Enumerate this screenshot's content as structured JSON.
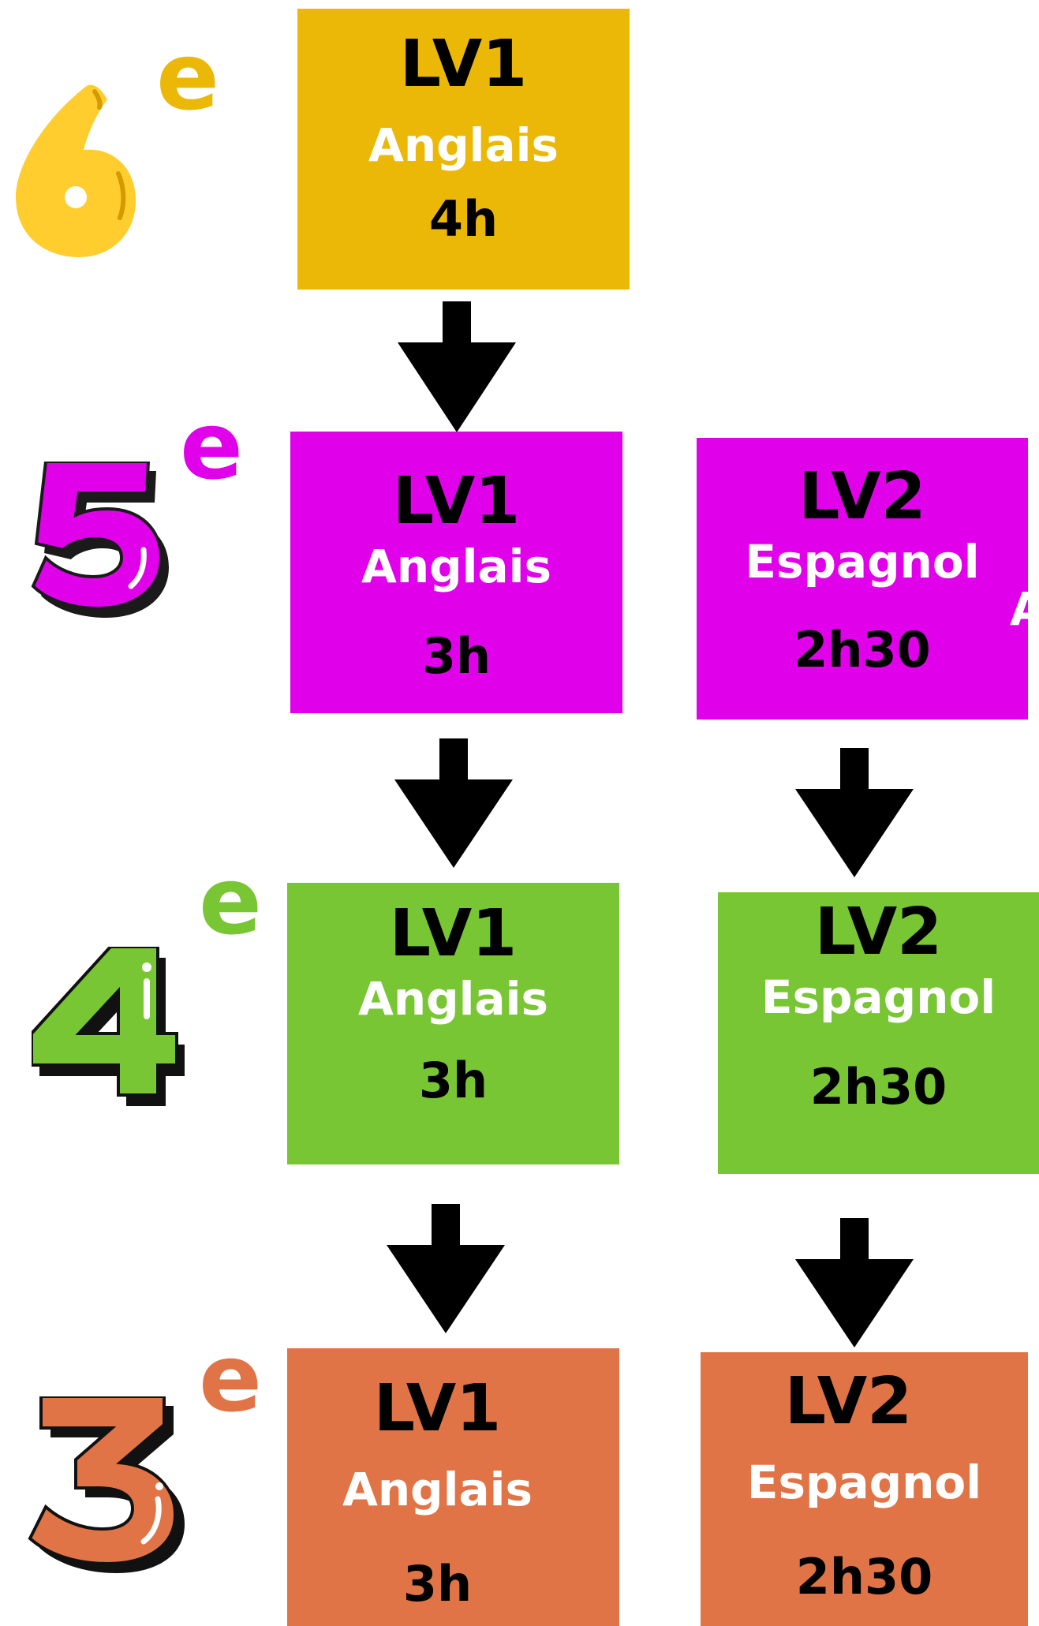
{
  "colors": {
    "grade6": "#ECB808",
    "grade5": "#E000EA",
    "grade4": "#78C634",
    "grade3": "#E07446",
    "arrow": "#000000"
  },
  "grades": {
    "g6": {
      "number": "6",
      "suffix": "e"
    },
    "g5": {
      "number": "5",
      "suffix": "e"
    },
    "g4": {
      "number": "4",
      "suffix": "e"
    },
    "g3": {
      "number": "3",
      "suffix": "e"
    }
  },
  "boxes": {
    "g6_lv1": {
      "level": "LV1",
      "language": "Anglais",
      "hours": "4h"
    },
    "g5_lv1": {
      "level": "LV1",
      "language": "Anglais",
      "hours": "3h"
    },
    "g5_lv2": {
      "level": "LV2",
      "language": "Espagnol",
      "hours": "2h30"
    },
    "g4_lv1": {
      "level": "LV1",
      "language": "Anglais",
      "hours": "3h"
    },
    "g4_lv2": {
      "level": "LV2",
      "language": "Espagnol",
      "hours": "2h30"
    },
    "g3_lv1": {
      "level": "LV1",
      "language": "Anglais",
      "hours": "3h"
    },
    "g3_lv2": {
      "level": "LV2",
      "language": "Espagnol",
      "hours": "2h30"
    }
  },
  "clipped_text": "A"
}
